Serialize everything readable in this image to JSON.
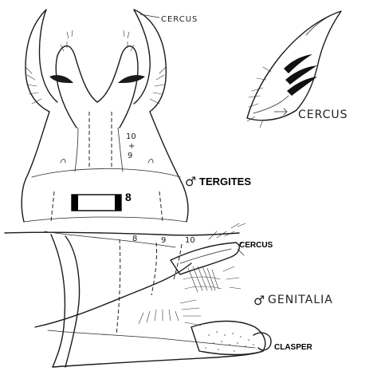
{
  "labels": {
    "cercus_top": "CERCUS",
    "cercus_side": "CERCUS",
    "tergites_symbol": "♂",
    "tergites": "TERGITES",
    "segment_label": "8",
    "seg_10_9": "10\n+\n9",
    "seg_10_9_a": "10",
    "seg_10_9_b": "+",
    "seg_10_9_c": "9",
    "lat_8": "8",
    "lat_9": "9",
    "lat_10": "10",
    "cercus_lateral": "CERCUS",
    "genitalia_symbol": "♂",
    "genitalia": "GENITALIA",
    "clasper": "CLASPER"
  }
}
